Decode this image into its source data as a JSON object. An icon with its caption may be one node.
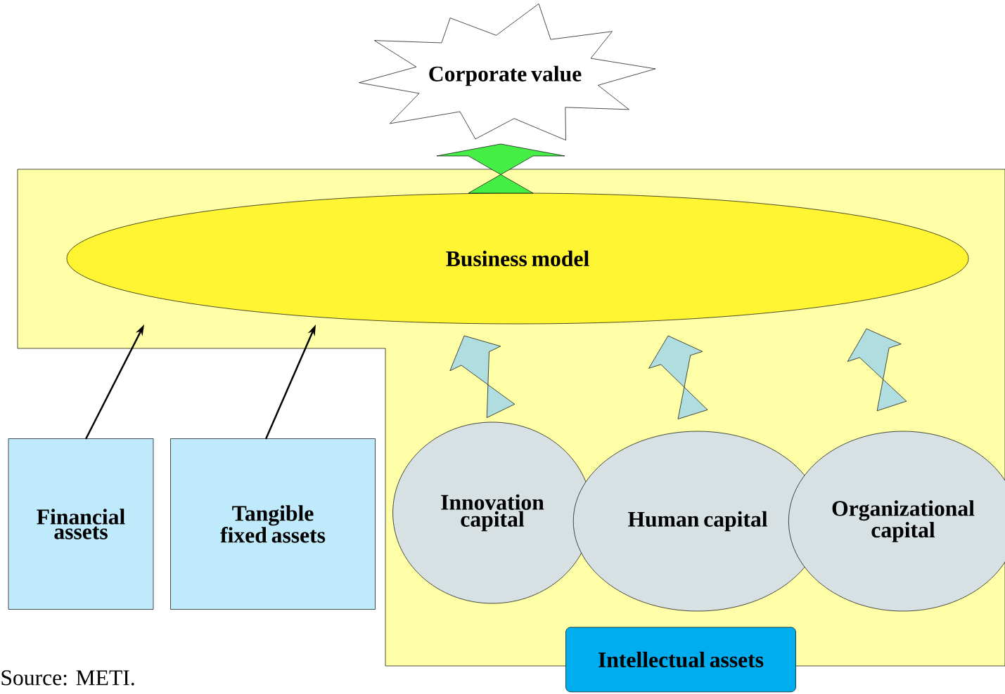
{
  "diagram": {
    "nodes": [
      {
        "text": [
          "Corporate value"
        ]
      },
      {
        "text": [
          "Business model"
        ]
      },
      {
        "text": [
          "Financial assets"
        ]
      },
      {
        "text": [
          "Tangible fixed assets"
        ]
      },
      {
        "text": [
          "Innovation capital"
        ]
      },
      {
        "text": [
          "Human capital"
        ]
      },
      {
        "text": [
          "Organizational capital"
        ]
      },
      {
        "text": [
          "Intellectual assets"
        ]
      }
    ],
    "edges": [
      {
        "from": 1,
        "to": 0,
        "arrow": "to",
        "style": "thick",
        "color": "#44ee44"
      },
      {
        "from": 2,
        "to": 1,
        "arrow": "to"
      },
      {
        "from": 3,
        "to": 1,
        "arrow": "to"
      },
      {
        "from": 4,
        "to": 1,
        "arrow": "to",
        "style": "thick",
        "color": "#b0dde0"
      },
      {
        "from": 5,
        "to": 1,
        "arrow": "to",
        "style": "thick",
        "color": "#b0dde0"
      },
      {
        "from": 6,
        "to": 1,
        "arrow": "to",
        "style": "thick",
        "color": "#b0dde0"
      }
    ],
    "labels": [
      "Source: METI."
    ]
  }
}
